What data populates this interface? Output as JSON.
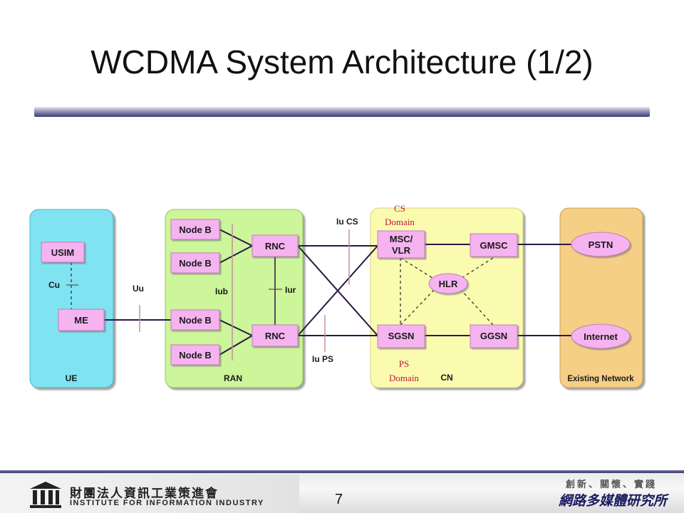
{
  "slide": {
    "title": "WCDMA System Architecture (1/2)",
    "page_number": "7"
  },
  "diagram": {
    "domains": {
      "ue": "UE",
      "ran": "RAN",
      "cn": "CN",
      "existing": "Existing Network"
    },
    "nodes": {
      "usim": "USIM",
      "me": "ME",
      "nodeb1": "Node B",
      "nodeb2": "Node B",
      "nodeb3": "Node B",
      "nodeb4": "Node B",
      "rnc1": "RNC",
      "rnc2": "RNC",
      "msc_line1": "MSC/",
      "msc_line2": "VLR",
      "gmsc": "GMSC",
      "hlr": "HLR",
      "sgsn": "SGSN",
      "ggsn": "GGSN",
      "pstn": "PSTN",
      "internet": "Internet"
    },
    "interfaces": {
      "cu": "Cu",
      "uu": "Uu",
      "iub": "Iub",
      "iur": "Iur",
      "iu_cs": "Iu CS",
      "iu_ps": "Iu PS"
    },
    "annotations": {
      "cs_line1": "CS",
      "cs_line2": "Domain",
      "ps_line1": "PS",
      "ps_line2": "Domain"
    },
    "colors": {
      "ue_fill": "#7fe3f2",
      "ran_fill": "#cdf59a",
      "cn_fill": "#fbfbb0",
      "existing_fill": "#f5cf86",
      "node_fill": "#f5b3f0",
      "annotation_text": "#c0143c"
    }
  },
  "footer": {
    "org_name_cn": "財團法人資訊工業策進會",
    "org_name_en": "INSTITUTE FOR INFORMATION INDUSTRY",
    "motto": "創新、關懷、實踐",
    "institute_name": "網路多媒體研究所"
  }
}
